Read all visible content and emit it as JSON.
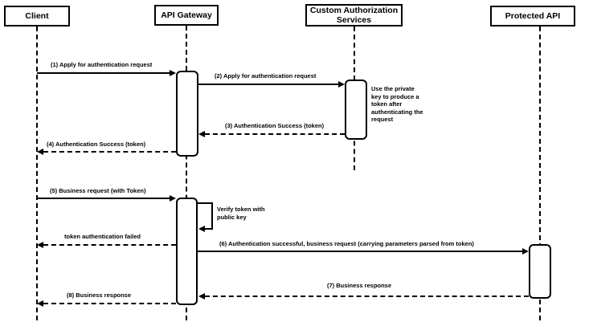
{
  "diagram": {
    "type": "sequence-diagram",
    "background_color": "#ffffff",
    "stroke_color": "#000000",
    "participants": [
      {
        "name": "Client"
      },
      {
        "name": "API Gateway"
      },
      {
        "name": "Custom Authorization Services"
      },
      {
        "name": "Protected API"
      }
    ],
    "messages": [
      {
        "label": "(1) Apply for authentication request",
        "from": "Client",
        "to": "API Gateway",
        "style": "solid",
        "direction": "right"
      },
      {
        "label": "(2) Apply for authentication request",
        "from": "API Gateway",
        "to": "Custom Authorization Services",
        "style": "solid",
        "direction": "right"
      },
      {
        "label": "(3) Authentication Success (token)",
        "from": "Custom Authorization Services",
        "to": "API Gateway",
        "style": "dashed",
        "direction": "left"
      },
      {
        "label": "(4) Authentication Success (token)",
        "from": "API Gateway",
        "to": "Client",
        "style": "dashed",
        "direction": "left"
      },
      {
        "label": "(5) Business request (with Token)",
        "from": "Client",
        "to": "API Gateway",
        "style": "solid",
        "direction": "right"
      },
      {
        "label": "Verify token with public key",
        "from": "API Gateway",
        "to": "API Gateway",
        "style": "self"
      },
      {
        "label": "token authentication failed",
        "from": "API Gateway",
        "to": "Client",
        "style": "dashed",
        "direction": "left"
      },
      {
        "label": "(6) Authentication successful, business request (carrying parameters parsed from token)",
        "from": "API Gateway",
        "to": "Protected API",
        "style": "solid",
        "direction": "right"
      },
      {
        "label": "(7) Business response",
        "from": "Protected API",
        "to": "API Gateway",
        "style": "dashed",
        "direction": "left"
      },
      {
        "label": "(8) Business response",
        "from": "API Gateway",
        "to": "Client",
        "style": "dashed",
        "direction": "left"
      }
    ],
    "note": "Use the private key to produce a token after authenticating the request"
  }
}
